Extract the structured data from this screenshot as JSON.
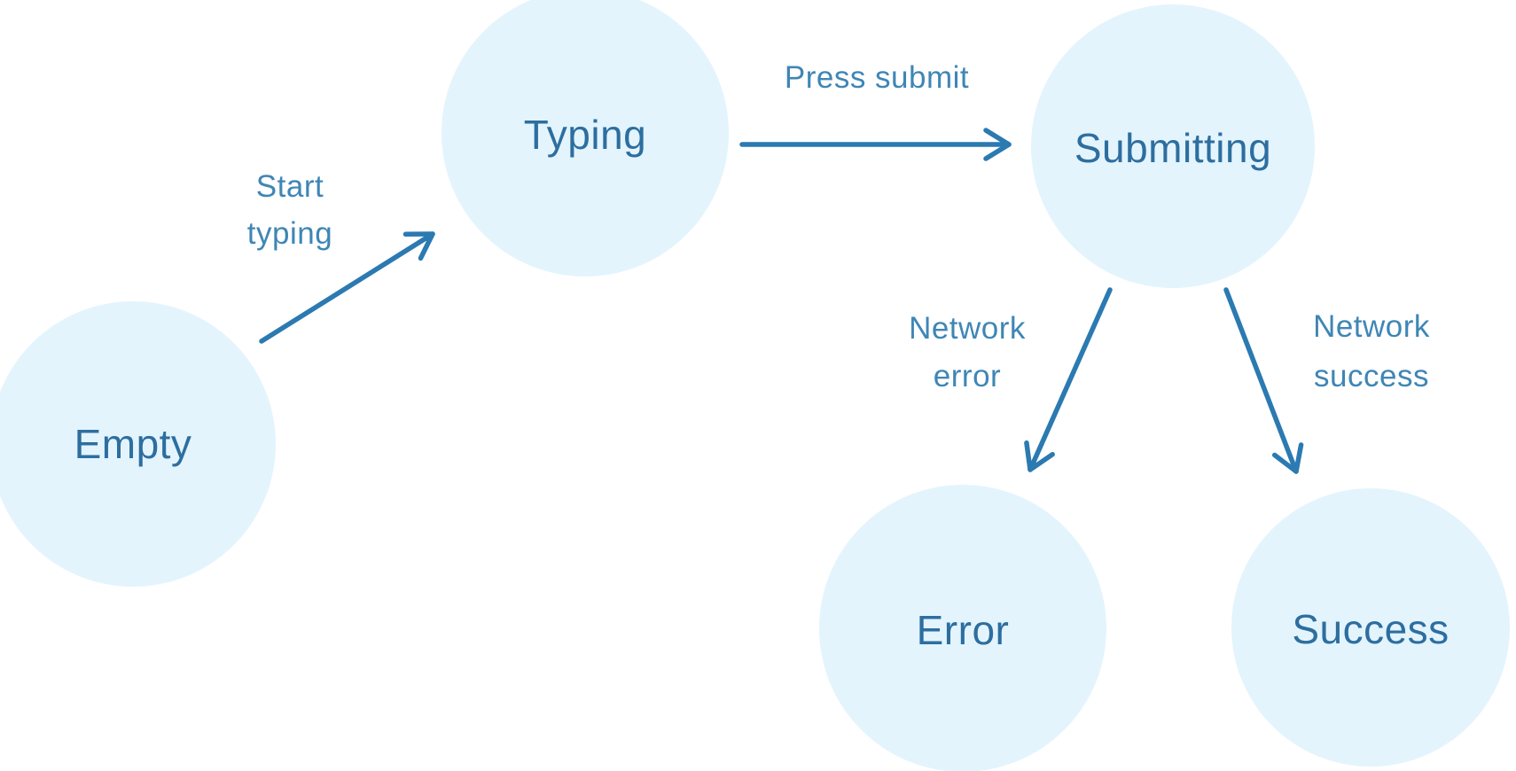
{
  "diagram": {
    "type": "state-machine",
    "palette": {
      "background": "#ffffff",
      "node_fill": "#e3f4fd",
      "node_text": "#2d6e9f",
      "edge": "#2b7ab1",
      "edge_label": "#3580b2"
    },
    "nodes": [
      {
        "id": "empty",
        "label": "Empty"
      },
      {
        "id": "typing",
        "label": "Typing"
      },
      {
        "id": "submitting",
        "label": "Submitting"
      },
      {
        "id": "error",
        "label": "Error"
      },
      {
        "id": "success",
        "label": "Success"
      }
    ],
    "edges": [
      {
        "id": "start-typing",
        "from": "empty",
        "to": "typing",
        "label": "Start typing",
        "lines": [
          "Start",
          "typing"
        ]
      },
      {
        "id": "press-submit",
        "from": "typing",
        "to": "submitting",
        "label": "Press submit",
        "lines": [
          "Press submit"
        ]
      },
      {
        "id": "network-error",
        "from": "submitting",
        "to": "error",
        "label": "Network error",
        "lines": [
          "Network",
          "error"
        ]
      },
      {
        "id": "network-success",
        "from": "submitting",
        "to": "success",
        "label": "Network success",
        "lines": [
          "Network",
          "success"
        ]
      }
    ]
  }
}
